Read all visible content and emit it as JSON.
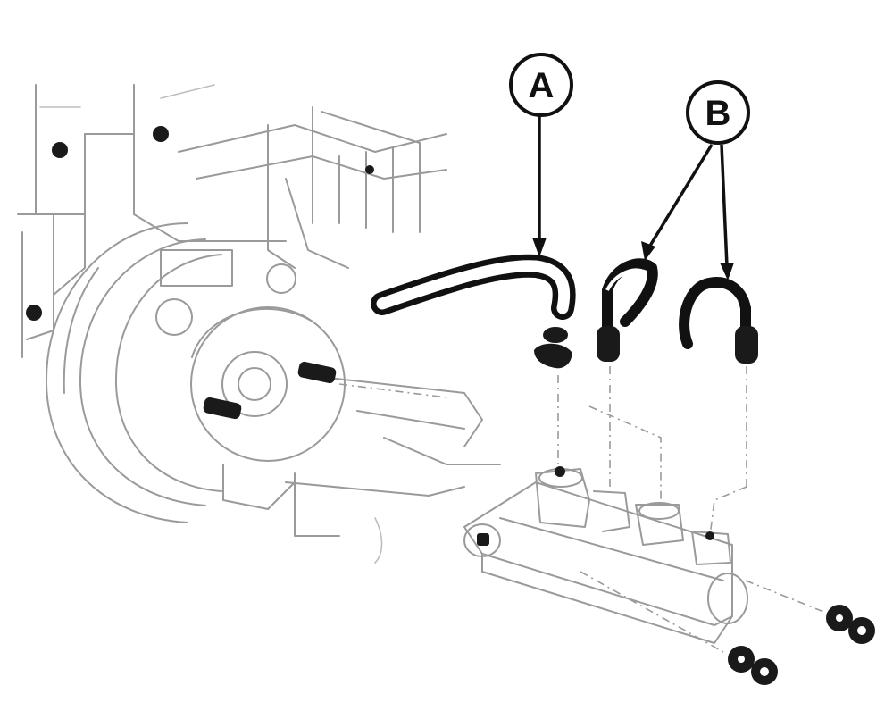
{
  "callouts": [
    {
      "id": "A",
      "label": "A"
    },
    {
      "id": "B",
      "label": "B"
    }
  ],
  "colors": {
    "ink": "#111111",
    "line_art": "#9a9a9a",
    "background": "#ffffff"
  },
  "icons": [
    "mount-bolt-icon",
    "nut-icon",
    "clip-icon"
  ]
}
